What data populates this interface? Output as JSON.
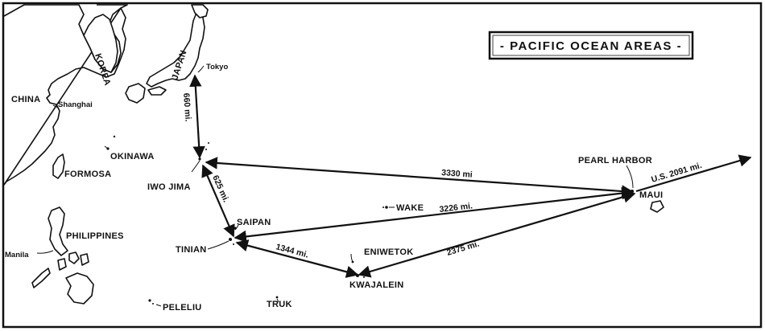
{
  "title": "- PACIFIC OCEAN AREAS -",
  "places": {
    "china": "CHINA",
    "korea": "KOREA",
    "japan": "JAPAN",
    "tokyo": "Tokyo",
    "shanghai": "Shanghai",
    "okinawa": "OKINAWA",
    "formosa": "FORMOSA",
    "iwo_jima": "IWO JIMA",
    "saipan": "SAIPAN",
    "tinian": "TINIAN",
    "philippines": "PHILIPPINES",
    "manila": "Manila",
    "peleliu": "PELELIU",
    "truk": "TRUK",
    "eniwetok": "ENIWETOK",
    "kwajalein": "KWAJALEIN",
    "wake": "WAKE",
    "pearl_harbor": "PEARL HARBOR",
    "maui": "MAUI"
  },
  "distances": {
    "tokyo_iwo": "660 mi.",
    "iwo_tinian": "625 mi.",
    "iwo_pearl": "3330 mi",
    "tinian_pearl": "3226 mi.",
    "tinian_kwaj": "1344 mi.",
    "kwaj_pearl": "2375 mi.",
    "pearl_us": "U.S. 2091 mi."
  }
}
